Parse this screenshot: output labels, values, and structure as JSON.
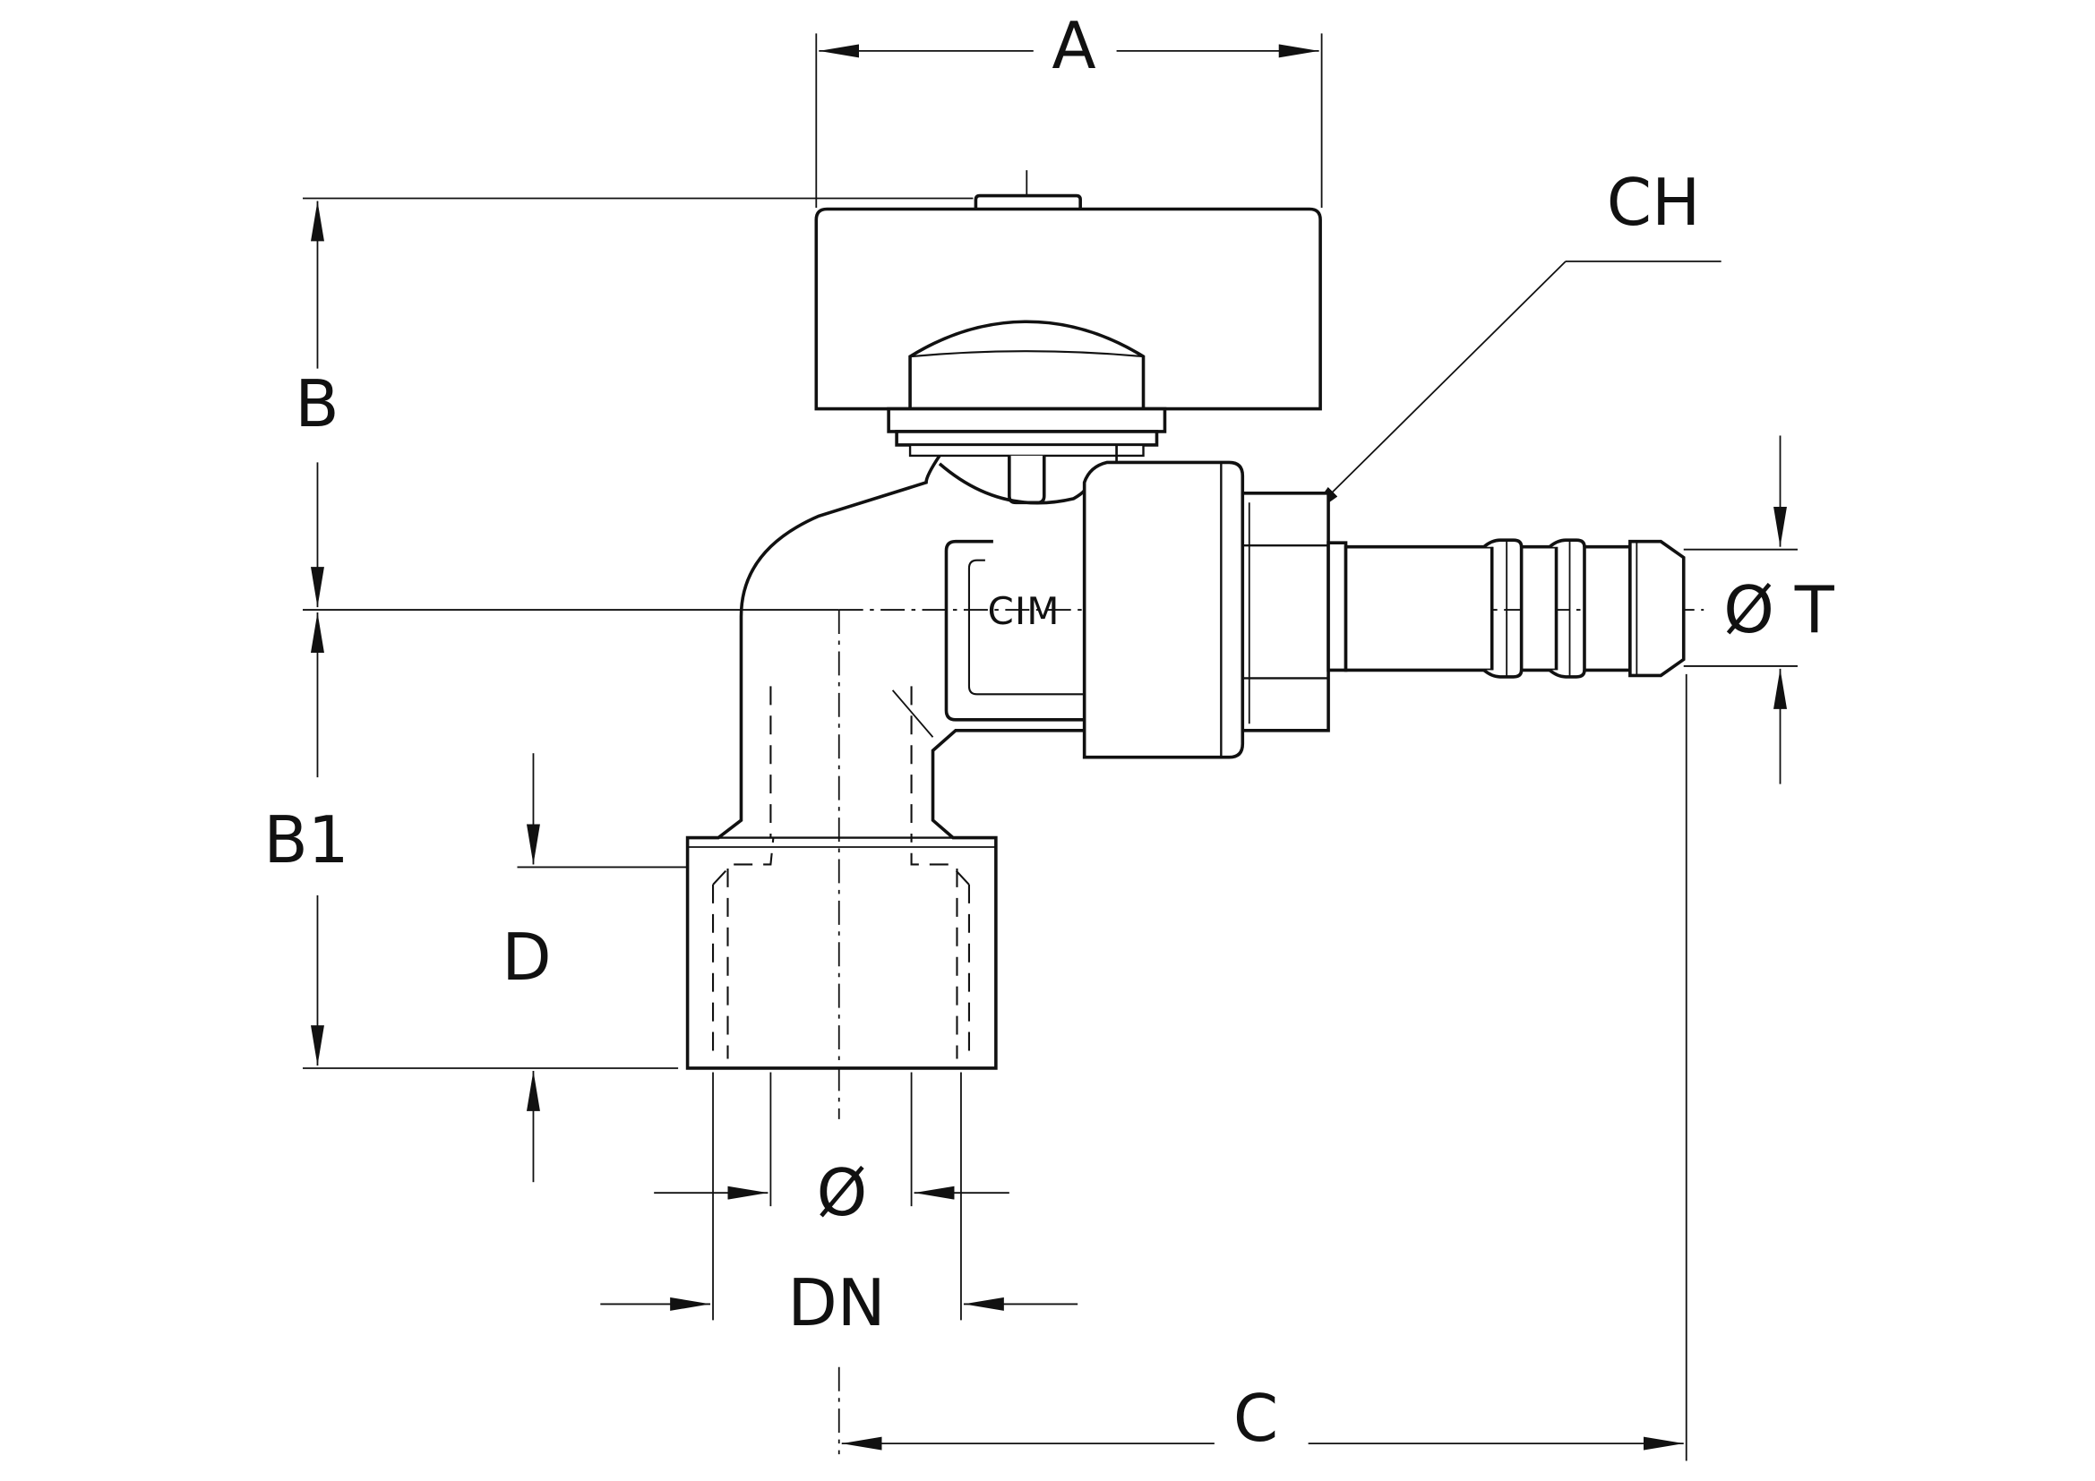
{
  "labels": {
    "A": "A",
    "B": "B",
    "B1": "B1",
    "CH": "CH",
    "T": "Ø T",
    "D": "D",
    "diameter": "Ø",
    "DN": "DN",
    "C": "C"
  },
  "logo_text": "CIM",
  "colors": {
    "line": "#111111",
    "background": "#ffffff"
  }
}
